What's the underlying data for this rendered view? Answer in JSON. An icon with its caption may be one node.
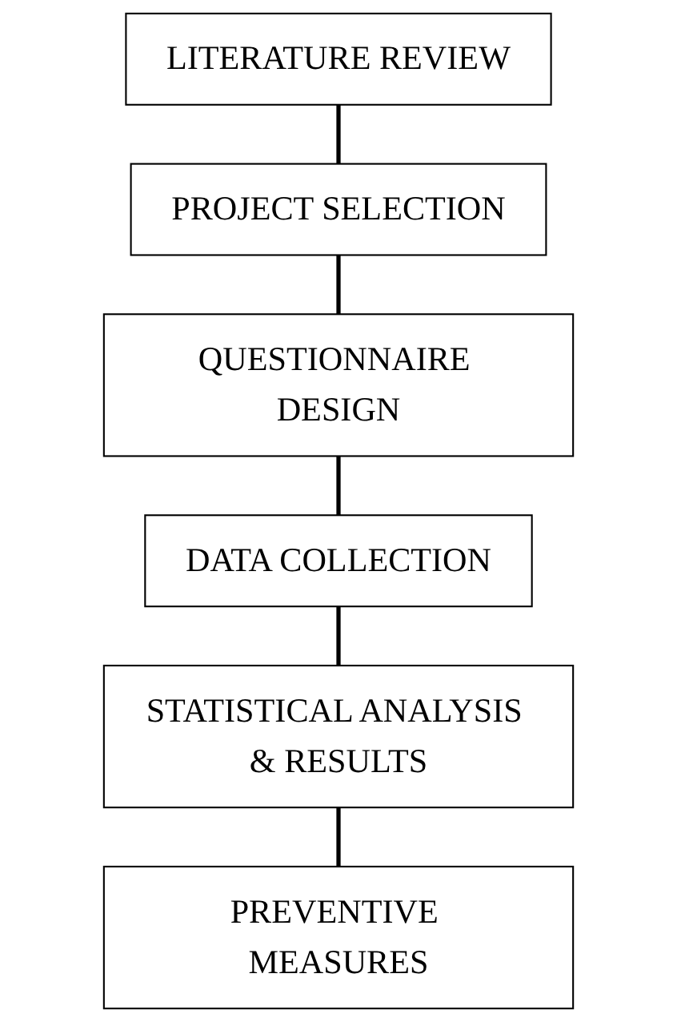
{
  "diagram": {
    "nodes": [
      {
        "text": [
          "LITERATURE REVIEW"
        ]
      },
      {
        "text": [
          "PROJECT SELECTION"
        ]
      },
      {
        "text": [
          "QUESTIONNAIRE DESIGN"
        ]
      },
      {
        "text": [
          "DATA COLLECTION"
        ]
      },
      {
        "text": [
          "STATISTICAL ANALYSIS & RESULTS"
        ]
      },
      {
        "text": [
          "PREVENTIVE MEASURES"
        ]
      }
    ],
    "edges": [
      {
        "from": 0,
        "to": 1,
        "arrow": "none"
      },
      {
        "from": 1,
        "to": 2,
        "arrow": "none"
      },
      {
        "from": 2,
        "to": 3,
        "arrow": "none"
      },
      {
        "from": 3,
        "to": 4,
        "arrow": "none"
      },
      {
        "from": 4,
        "to": 5,
        "arrow": "none"
      }
    ]
  }
}
